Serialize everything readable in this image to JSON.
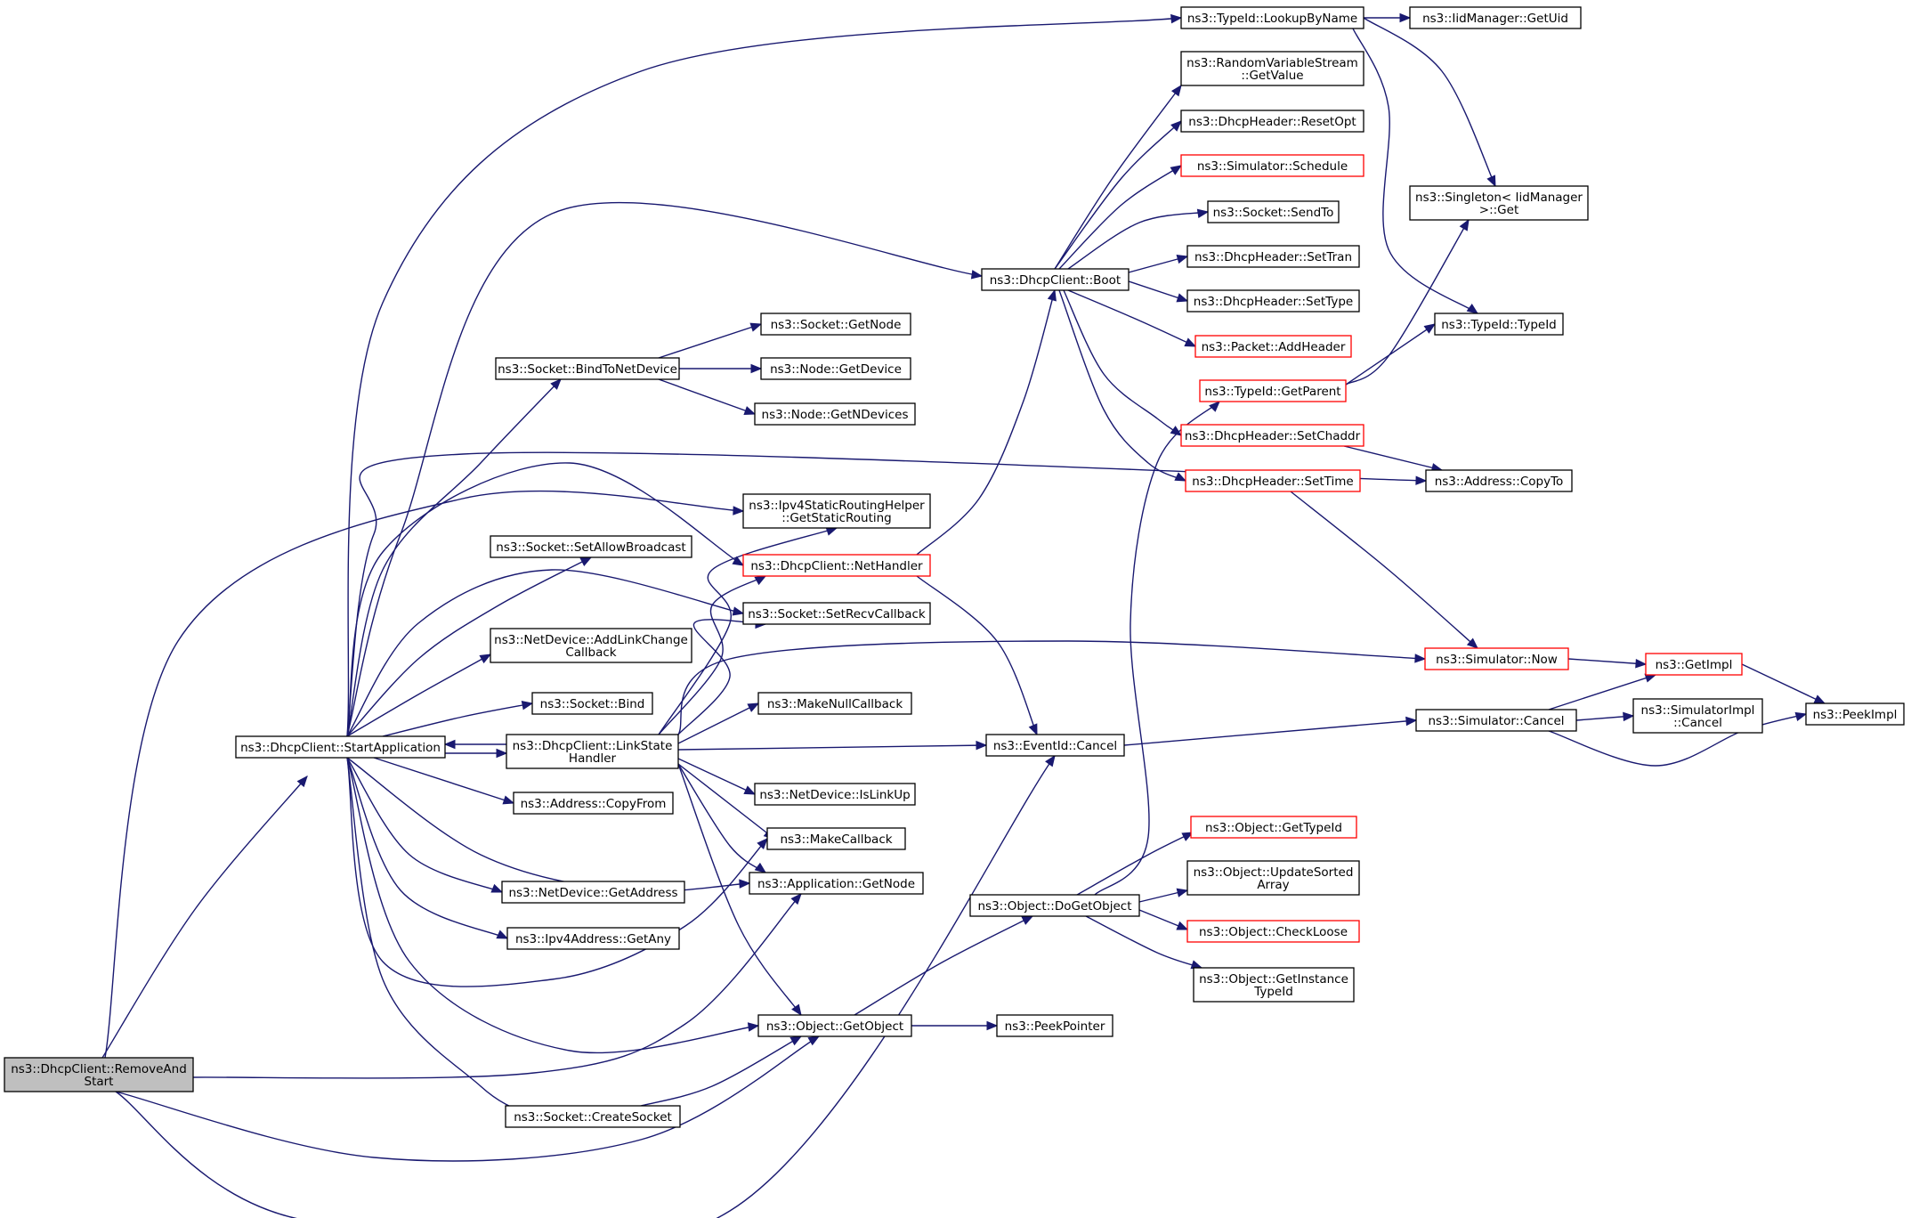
{
  "nodes": [
    {
      "id": "removeandstart",
      "lines": [
        "ns3::DhcpClient::RemoveAnd",
        "Start"
      ],
      "kind": "root"
    },
    {
      "id": "startapplication",
      "lines": [
        "ns3::DhcpClient::StartApplication"
      ]
    },
    {
      "id": "lookupbyname",
      "lines": [
        "ns3::TypeId::LookupByName"
      ]
    },
    {
      "id": "getuid",
      "lines": [
        "ns3::IidManager::GetUid"
      ]
    },
    {
      "id": "rvs_getvalue",
      "lines": [
        "ns3::RandomVariableStream",
        "::GetValue"
      ]
    },
    {
      "id": "resetopt",
      "lines": [
        "ns3::DhcpHeader::ResetOpt"
      ]
    },
    {
      "id": "schedule",
      "lines": [
        "ns3::Simulator::Schedule"
      ],
      "kind": "red"
    },
    {
      "id": "singleton_get",
      "lines": [
        "ns3::Singleton< IidManager",
        ">::Get"
      ]
    },
    {
      "id": "sendto",
      "lines": [
        "ns3::Socket::SendTo"
      ]
    },
    {
      "id": "boot",
      "lines": [
        "ns3::DhcpClient::Boot"
      ]
    },
    {
      "id": "settran",
      "lines": [
        "ns3::DhcpHeader::SetTran"
      ]
    },
    {
      "id": "settype",
      "lines": [
        "ns3::DhcpHeader::SetType"
      ]
    },
    {
      "id": "typeid_typeid",
      "lines": [
        "ns3::TypeId::TypeId"
      ]
    },
    {
      "id": "socket_getnode",
      "lines": [
        "ns3::Socket::GetNode"
      ]
    },
    {
      "id": "addheader",
      "lines": [
        "ns3::Packet::AddHeader"
      ],
      "kind": "red"
    },
    {
      "id": "bindtonetdevice",
      "lines": [
        "ns3::Socket::BindToNetDevice"
      ]
    },
    {
      "id": "node_getdevice",
      "lines": [
        "ns3::Node::GetDevice"
      ]
    },
    {
      "id": "getparent",
      "lines": [
        "ns3::TypeId::GetParent"
      ],
      "kind": "red"
    },
    {
      "id": "getndevices",
      "lines": [
        "ns3::Node::GetNDevices"
      ]
    },
    {
      "id": "setchaddr",
      "lines": [
        "ns3::DhcpHeader::SetChaddr"
      ],
      "kind": "red"
    },
    {
      "id": "settime",
      "lines": [
        "ns3::DhcpHeader::SetTime"
      ],
      "kind": "red"
    },
    {
      "id": "copyto",
      "lines": [
        "ns3::Address::CopyTo"
      ]
    },
    {
      "id": "getstaticrouting",
      "lines": [
        "ns3::Ipv4StaticRoutingHelper",
        "::GetStaticRouting"
      ]
    },
    {
      "id": "setallowbroadcast",
      "lines": [
        "ns3::Socket::SetAllowBroadcast"
      ]
    },
    {
      "id": "nethandler",
      "lines": [
        "ns3::DhcpClient::NetHandler"
      ],
      "kind": "red"
    },
    {
      "id": "setrecvcallback",
      "lines": [
        "ns3::Socket::SetRecvCallback"
      ]
    },
    {
      "id": "addlinkchangecallback",
      "lines": [
        "ns3::NetDevice::AddLinkChange",
        "Callback"
      ]
    },
    {
      "id": "now",
      "lines": [
        "ns3::Simulator::Now"
      ],
      "kind": "red"
    },
    {
      "id": "getimpl",
      "lines": [
        "ns3::GetImpl"
      ],
      "kind": "red"
    },
    {
      "id": "socket_bind",
      "lines": [
        "ns3::Socket::Bind"
      ]
    },
    {
      "id": "makenullcallback",
      "lines": [
        "ns3::MakeNullCallback"
      ]
    },
    {
      "id": "simulatorimpl_cancel",
      "lines": [
        "ns3::SimulatorImpl",
        "::Cancel"
      ]
    },
    {
      "id": "peekimpl",
      "lines": [
        "ns3::PeekImpl"
      ]
    },
    {
      "id": "linkstatehandler",
      "lines": [
        "ns3::DhcpClient::LinkState",
        "Handler"
      ]
    },
    {
      "id": "eventid_cancel",
      "lines": [
        "ns3::EventId::Cancel"
      ]
    },
    {
      "id": "simulator_cancel",
      "lines": [
        "ns3::Simulator::Cancel"
      ]
    },
    {
      "id": "copyfrom",
      "lines": [
        "ns3::Address::CopyFrom"
      ]
    },
    {
      "id": "islinkup",
      "lines": [
        "ns3::NetDevice::IsLinkUp"
      ]
    },
    {
      "id": "gettypeid",
      "lines": [
        "ns3::Object::GetTypeId"
      ],
      "kind": "red"
    },
    {
      "id": "makecallback",
      "lines": [
        "ns3::MakeCallback"
      ]
    },
    {
      "id": "updatesortedarray",
      "lines": [
        "ns3::Object::UpdateSorted",
        "Array"
      ]
    },
    {
      "id": "app_getnode",
      "lines": [
        "ns3::Application::GetNode"
      ]
    },
    {
      "id": "dogetobject",
      "lines": [
        "ns3::Object::DoGetObject"
      ]
    },
    {
      "id": "netdevice_getaddress",
      "lines": [
        "ns3::NetDevice::GetAddress"
      ]
    },
    {
      "id": "checkloose",
      "lines": [
        "ns3::Object::CheckLoose"
      ],
      "kind": "red"
    },
    {
      "id": "getany",
      "lines": [
        "ns3::Ipv4Address::GetAny"
      ]
    },
    {
      "id": "getinstancetypeid",
      "lines": [
        "ns3::Object::GetInstance",
        "TypeId"
      ]
    },
    {
      "id": "getobject",
      "lines": [
        "ns3::Object::GetObject"
      ]
    },
    {
      "id": "peekpointer",
      "lines": [
        "ns3::PeekPointer"
      ]
    },
    {
      "id": "createsocket",
      "lines": [
        "ns3::Socket::CreateSocket"
      ]
    }
  ],
  "edges": [
    [
      "removeandstart",
      "startapplication"
    ],
    [
      "removeandstart",
      "getstaticrouting"
    ],
    [
      "removeandstart",
      "app_getnode"
    ],
    [
      "removeandstart",
      "getobject"
    ],
    [
      "removeandstart",
      "eventid_cancel"
    ],
    [
      "startapplication",
      "lookupbyname"
    ],
    [
      "startapplication",
      "boot"
    ],
    [
      "startapplication",
      "bindtonetdevice"
    ],
    [
      "startapplication",
      "copyto"
    ],
    [
      "startapplication",
      "nethandler"
    ],
    [
      "startapplication",
      "setallowbroadcast"
    ],
    [
      "startapplication",
      "setrecvcallback"
    ],
    [
      "startapplication",
      "addlinkchangecallback"
    ],
    [
      "startapplication",
      "socket_bind"
    ],
    [
      "startapplication",
      "linkstatehandler"
    ],
    [
      "startapplication",
      "copyfrom"
    ],
    [
      "startapplication",
      "makecallback"
    ],
    [
      "startapplication",
      "app_getnode"
    ],
    [
      "startapplication",
      "netdevice_getaddress"
    ],
    [
      "startapplication",
      "getany"
    ],
    [
      "startapplication",
      "getobject"
    ],
    [
      "startapplication",
      "createsocket"
    ],
    [
      "linkstatehandler",
      "startapplication"
    ],
    [
      "linkstatehandler",
      "getstaticrouting"
    ],
    [
      "linkstatehandler",
      "nethandler"
    ],
    [
      "linkstatehandler",
      "setrecvcallback"
    ],
    [
      "linkstatehandler",
      "now"
    ],
    [
      "linkstatehandler",
      "makenullcallback"
    ],
    [
      "linkstatehandler",
      "eventid_cancel"
    ],
    [
      "linkstatehandler",
      "islinkup"
    ],
    [
      "linkstatehandler",
      "makecallback"
    ],
    [
      "linkstatehandler",
      "app_getnode"
    ],
    [
      "linkstatehandler",
      "getobject"
    ],
    [
      "nethandler",
      "boot"
    ],
    [
      "nethandler",
      "eventid_cancel"
    ],
    [
      "boot",
      "rvs_getvalue"
    ],
    [
      "boot",
      "resetopt"
    ],
    [
      "boot",
      "schedule"
    ],
    [
      "boot",
      "sendto"
    ],
    [
      "boot",
      "settran"
    ],
    [
      "boot",
      "settype"
    ],
    [
      "boot",
      "addheader"
    ],
    [
      "boot",
      "setchaddr"
    ],
    [
      "boot",
      "settime"
    ],
    [
      "lookupbyname",
      "getuid"
    ],
    [
      "lookupbyname",
      "singleton_get"
    ],
    [
      "lookupbyname",
      "typeid_typeid"
    ],
    [
      "bindtonetdevice",
      "socket_getnode"
    ],
    [
      "bindtonetdevice",
      "node_getdevice"
    ],
    [
      "bindtonetdevice",
      "getndevices"
    ],
    [
      "getparent",
      "singleton_get"
    ],
    [
      "getparent",
      "typeid_typeid"
    ],
    [
      "setchaddr",
      "copyto"
    ],
    [
      "settime",
      "now"
    ],
    [
      "now",
      "getimpl"
    ],
    [
      "getimpl",
      "peekimpl"
    ],
    [
      "eventid_cancel",
      "simulator_cancel"
    ],
    [
      "simulator_cancel",
      "getimpl"
    ],
    [
      "simulator_cancel",
      "simulatorimpl_cancel"
    ],
    [
      "simulator_cancel",
      "peekimpl"
    ],
    [
      "getobject",
      "dogetobject"
    ],
    [
      "getobject",
      "peekpointer"
    ],
    [
      "createsocket",
      "getobject"
    ],
    [
      "dogetobject",
      "getparent"
    ],
    [
      "dogetobject",
      "gettypeid"
    ],
    [
      "dogetobject",
      "updatesortedarray"
    ],
    [
      "dogetobject",
      "checkloose"
    ],
    [
      "dogetobject",
      "getinstancetypeid"
    ]
  ]
}
